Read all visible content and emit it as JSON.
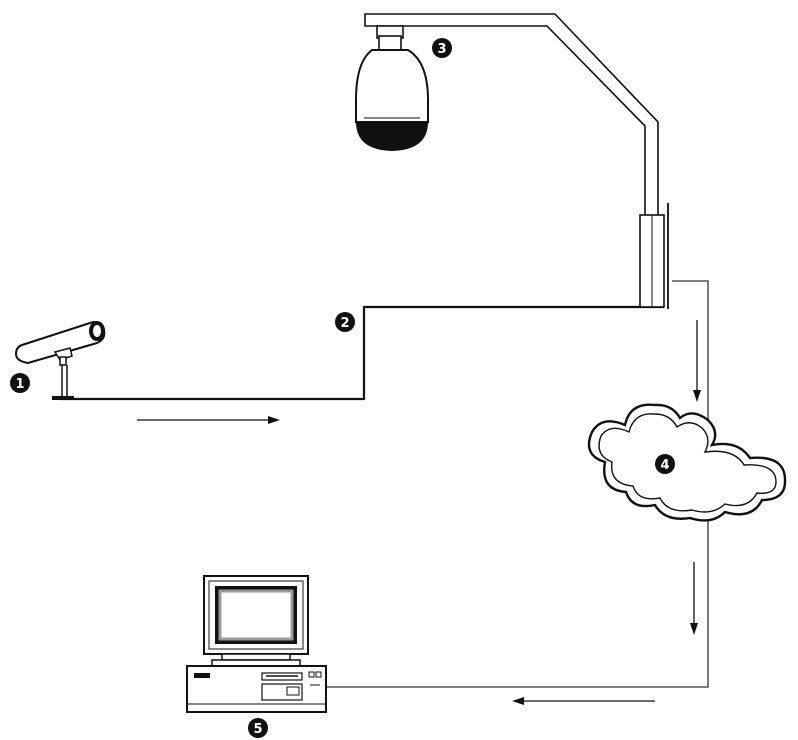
{
  "callouts": [
    {
      "label": "1",
      "meaning": ""
    },
    {
      "label": "2",
      "meaning": ""
    },
    {
      "label": "3",
      "meaning": ""
    },
    {
      "label": "4",
      "meaning": ""
    },
    {
      "label": "5",
      "meaning": ""
    }
  ],
  "icons": {
    "fixed_camera": "fixed-box-camera-icon",
    "dome_camera": "ptz-dome-camera-icon",
    "wall_mount": "pendant-wall-mount-icon",
    "network": "cloud-icon",
    "workstation": "computer-workstation-icon"
  },
  "colors": {
    "line": "#111111",
    "thin_line": "#333333",
    "fill": "#ffffff",
    "callout_fill": "#111111",
    "callout_text": "#ffffff",
    "screen_gray": "#9a9a9a"
  }
}
